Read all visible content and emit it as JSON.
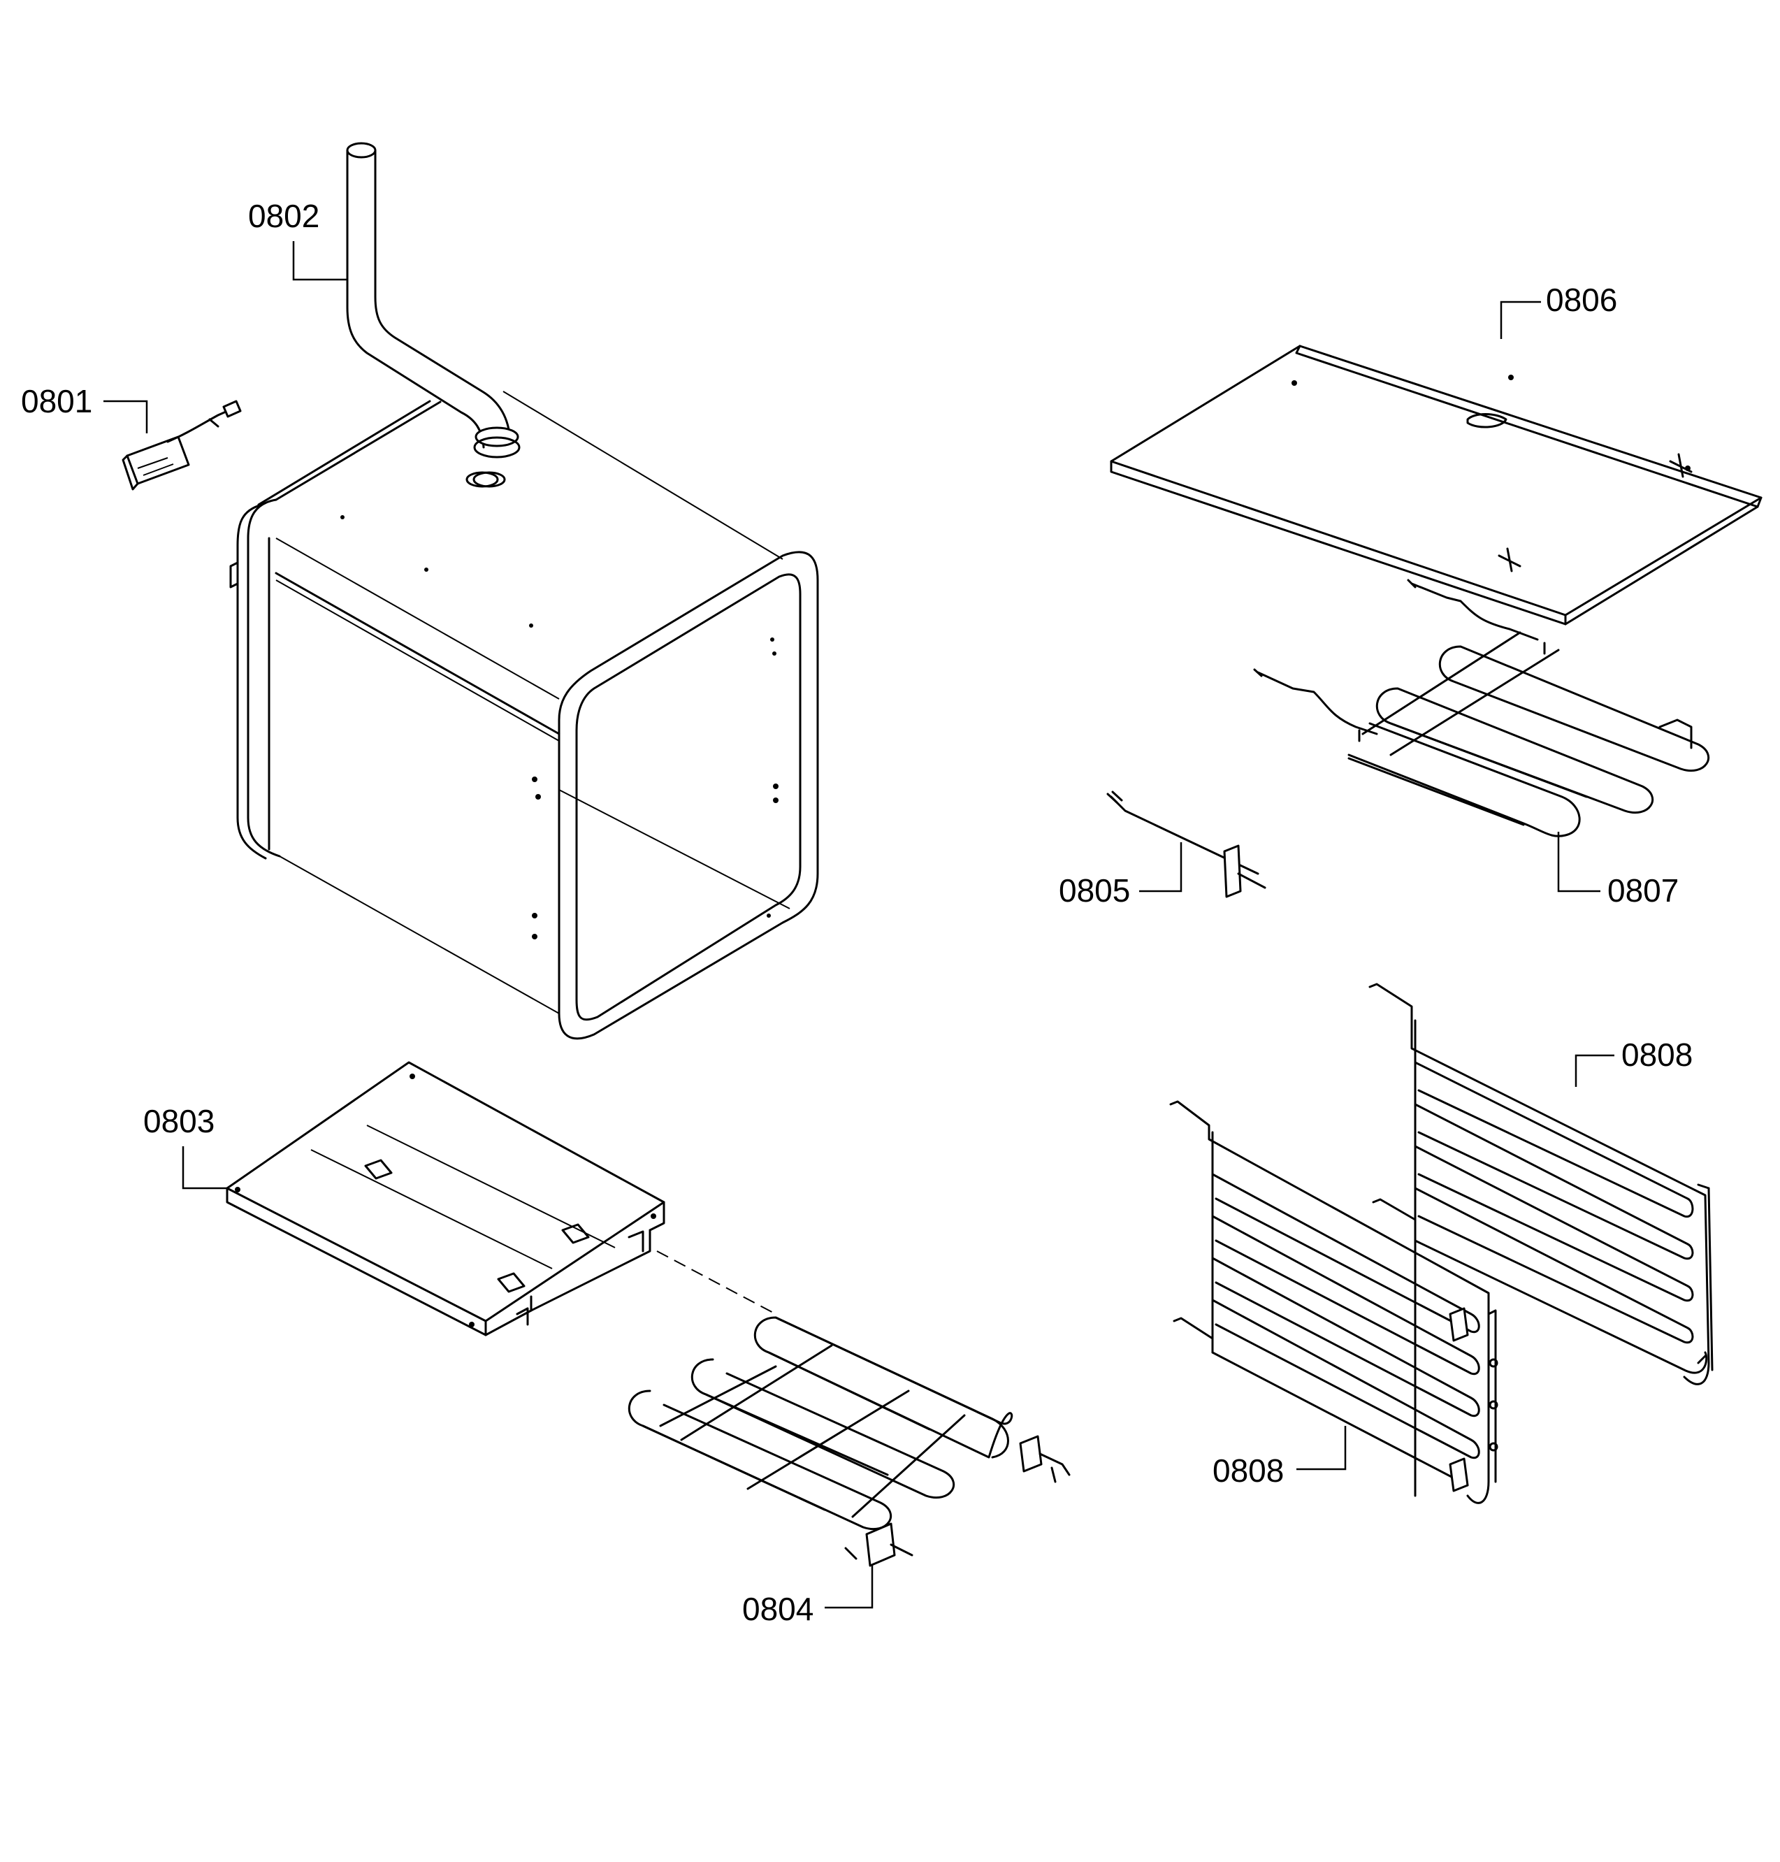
{
  "diagram": {
    "labels": {
      "p0801": "0801",
      "p0802": "0802",
      "p0803": "0803",
      "p0804": "0804",
      "p0805": "0805",
      "p0806": "0806",
      "p0807": "0807",
      "p0808a": "0808",
      "p0808b": "0808"
    }
  }
}
